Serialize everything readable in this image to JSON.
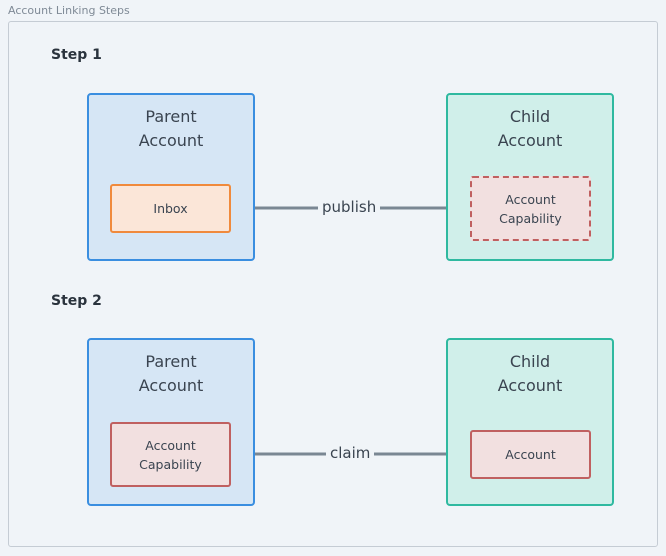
{
  "frame_title": "Account Linking Steps",
  "step1": {
    "title": "Step 1",
    "parent": {
      "title1": "Parent",
      "title2": "Account",
      "inner": "Inbox"
    },
    "child": {
      "title1": "Child",
      "title2": "Account",
      "inner1": "Account",
      "inner2": "Capability"
    },
    "arrow_label": "publish"
  },
  "step2": {
    "title": "Step 2",
    "parent": {
      "title1": "Parent",
      "title2": "Account",
      "inner1": "Account",
      "inner2": "Capability"
    },
    "child": {
      "title1": "Child",
      "title2": "Account",
      "inner": "Account"
    },
    "arrow_label": "claim"
  },
  "colors": {
    "parent_fill": "#d6e6f5",
    "parent_border": "#3a8ee0",
    "child_fill": "#d0efea",
    "child_border": "#2fb9a0",
    "inbox_border": "#f08a3c",
    "capability_border": "#c06060",
    "arrow": "#7a8793"
  }
}
